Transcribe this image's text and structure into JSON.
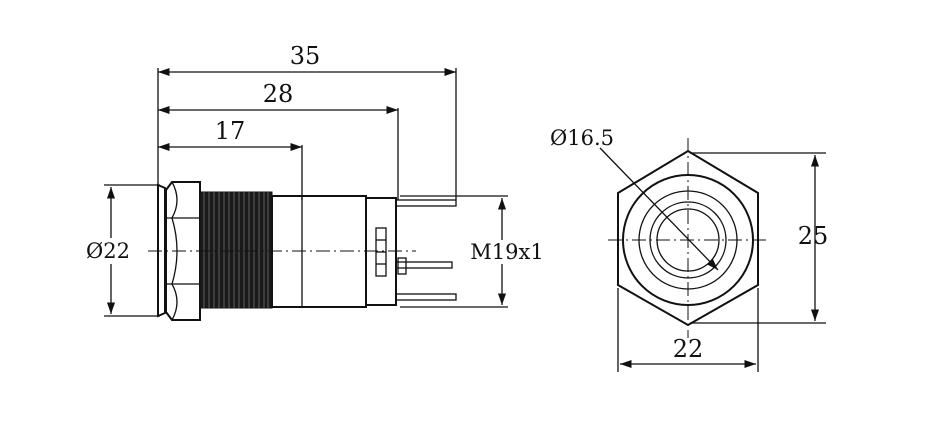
{
  "side_view": {
    "overall_length": "35",
    "to_terminals": "28",
    "thread_length": "17",
    "head_diameter": "Ø22",
    "thread_spec": "M19x1"
  },
  "front_view": {
    "ring_diameter": "Ø16.5",
    "across_corners": "25",
    "across_flats": "22"
  }
}
